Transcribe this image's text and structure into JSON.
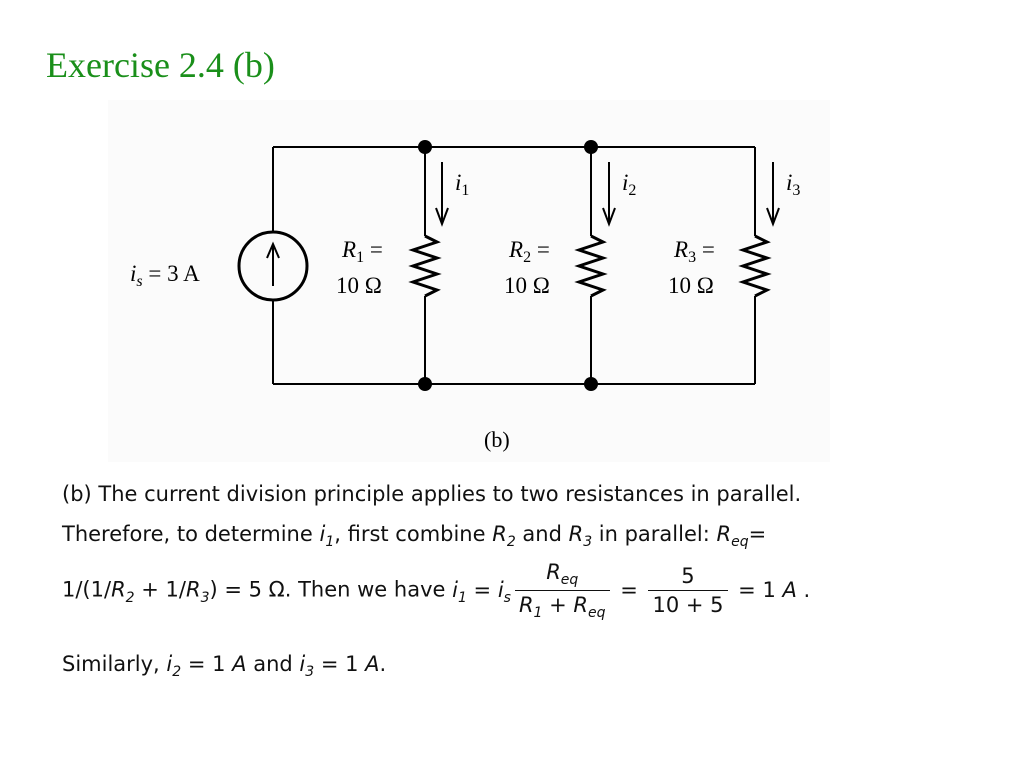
{
  "slide": {
    "title": "Exercise 2.4 (b)"
  },
  "figure": {
    "source_label": "i",
    "source_sub": "s",
    "source_value": " = 3 A",
    "branches": [
      {
        "i": "i",
        "i_sub": "1",
        "r": "R",
        "r_sub": "1",
        "eq": " =",
        "value": "10 Ω"
      },
      {
        "i": "i",
        "i_sub": "2",
        "r": "R",
        "r_sub": "2",
        "eq": " =",
        "value": "10 Ω"
      },
      {
        "i": "i",
        "i_sub": "3",
        "r": "R",
        "r_sub": "3",
        "eq": " =",
        "value": "10 Ω"
      }
    ],
    "caption": "(b)"
  },
  "solution": {
    "line1": "(b)  The current division principle applies to two resistances in parallel.",
    "line2_a": "Therefore, to determine ",
    "line2_i": "i",
    "line2_i_sub": "1",
    "line2_b": ", first combine ",
    "line2_r2": "R",
    "line2_r2_sub": "2",
    "line2_c": " and ",
    "line2_r3": "R",
    "line2_r3_sub": "3",
    "line2_d": " in parallel: ",
    "line2_req": "R",
    "line2_req_sub": "eq",
    "line2_e": "=",
    "line3_a": "1/(1/",
    "line3_r2": "R",
    "line3_r2_sub": "2",
    "line3_b": " + 1/",
    "line3_r3": "R",
    "line3_r3_sub": "3",
    "line3_c": ") = 5 Ω.  Then we have ",
    "eq_i1": "i",
    "eq_i1_sub": "1",
    "eq_is_pre": " = ",
    "eq_is": "i",
    "eq_is_sub": "s",
    "frac1_num": "R",
    "frac1_num_sub": "eq",
    "frac1_den_a": "R",
    "frac1_den_a_sub": "1",
    "frac1_den_mid": " + ",
    "frac1_den_b": "R",
    "frac1_den_b_sub": "eq",
    "eq_mid": " = ",
    "frac2_num": "5",
    "frac2_den": "10 + 5",
    "eq_result": " = 1 ",
    "eq_unit": "A",
    "eq_end": " .",
    "line4_a": "Similarly, ",
    "line4_i2": "i",
    "line4_i2_sub": "2",
    "line4_b": " = 1 ",
    "line4_u1": "A",
    "line4_c": " and ",
    "line4_i3": "i",
    "line4_i3_sub": "3",
    "line4_d": " = 1 ",
    "line4_u2": "A",
    "line4_e": "."
  }
}
